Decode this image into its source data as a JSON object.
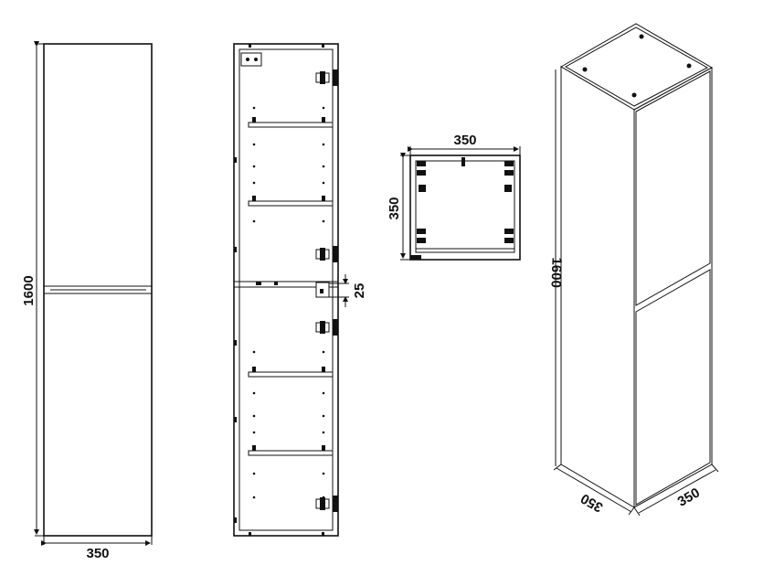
{
  "front_view": {
    "height_label": "1600",
    "width_label": "350"
  },
  "open_view": {
    "gap_label": "25"
  },
  "top_view": {
    "width_label": "350",
    "depth_label": "350"
  },
  "iso_view": {
    "height_label": "1600",
    "depth_label": "350",
    "width_label": "350"
  }
}
